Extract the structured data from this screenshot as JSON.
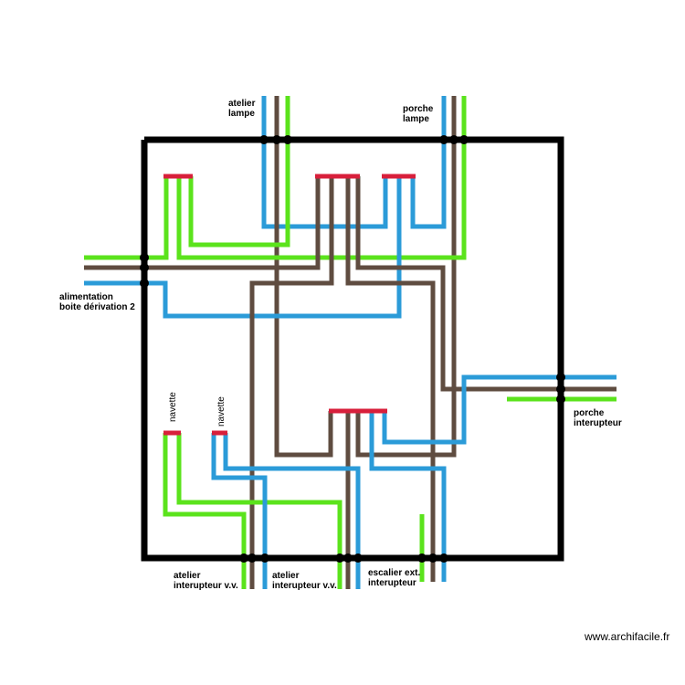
{
  "labels": {
    "atelier_lampe": "atelier\nlampe",
    "porche_lampe": "porche\nlampe",
    "alimentation": "alimentation\nboite dérivation 2",
    "navette_1": "navette",
    "navette_2": "navette",
    "porche_interupteur": "porche\ninterupteur",
    "atelier_interupteur_1": "atelier\ninterupteur v.v.",
    "atelier_interupteur_2": "atelier\ninterupteur v.v.",
    "escalier_interupteur": "escalier ext.\ninterupteur"
  },
  "watermark": "www.archifacile.fr",
  "colors": {
    "wall": "#000000",
    "phase": "#2b9bd8",
    "earth": "#5be31c",
    "neutral": "#5f4c40",
    "junction_box": "#d81f3b"
  }
}
